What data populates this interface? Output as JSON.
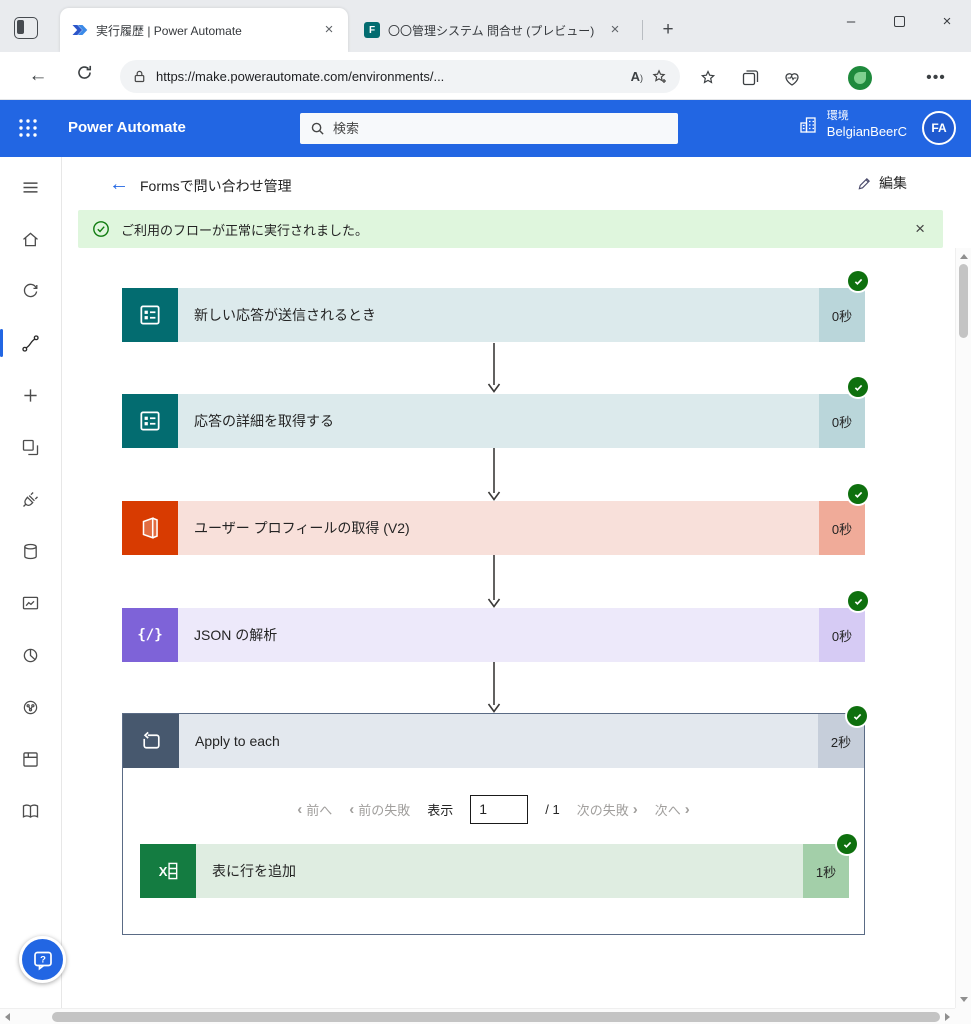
{
  "glyphs": {
    "close": "×",
    "minimize": "–",
    "plus": "+",
    "back": "←",
    "more": "•••",
    "chev_left": "‹",
    "chev_right": "›"
  },
  "titlebar": {
    "tabs": [
      {
        "title": "実行履歴 | Power Automate"
      },
      {
        "title": "〇〇管理システム 問合せ (プレビュー)"
      }
    ]
  },
  "addressbar": {
    "url": "https://make.powerautomate.com/environments/...",
    "read_aloud": "A"
  },
  "app_header": {
    "app_name": "Power Automate",
    "search_placeholder": "検索",
    "environment_label": "環境",
    "environment_name": "BelgianBeerC",
    "avatar_initials": "FA"
  },
  "toolbar": {
    "flow_title": "Formsで問い合わせ管理",
    "edit_label": "編集"
  },
  "banner": {
    "message": "ご利用のフローが正常に実行されました。"
  },
  "flow": {
    "steps": [
      {
        "title": "新しい応答が送信されるとき",
        "duration": "0秒"
      },
      {
        "title": "応答の詳細を取得する",
        "duration": "0秒"
      },
      {
        "title": "ユーザー プロフィールの取得 (V2)",
        "duration": "0秒"
      },
      {
        "title": "JSON の解析",
        "duration": "0秒"
      },
      {
        "title": "Apply to each",
        "duration": "2秒"
      }
    ],
    "json_icon_glyph": "{/}",
    "loop_child": {
      "title": "表に行を追加",
      "duration": "1秒"
    },
    "pagination": {
      "prev": "前へ",
      "prev_fail": "前の失敗",
      "display": "表示",
      "value": "1",
      "total": "/ 1",
      "next_fail": "次の失敗",
      "next": "次へ"
    }
  },
  "colors": {
    "accent": "#2266E3",
    "success": "#0E700E",
    "banner_bg": "#DFF6DD"
  }
}
